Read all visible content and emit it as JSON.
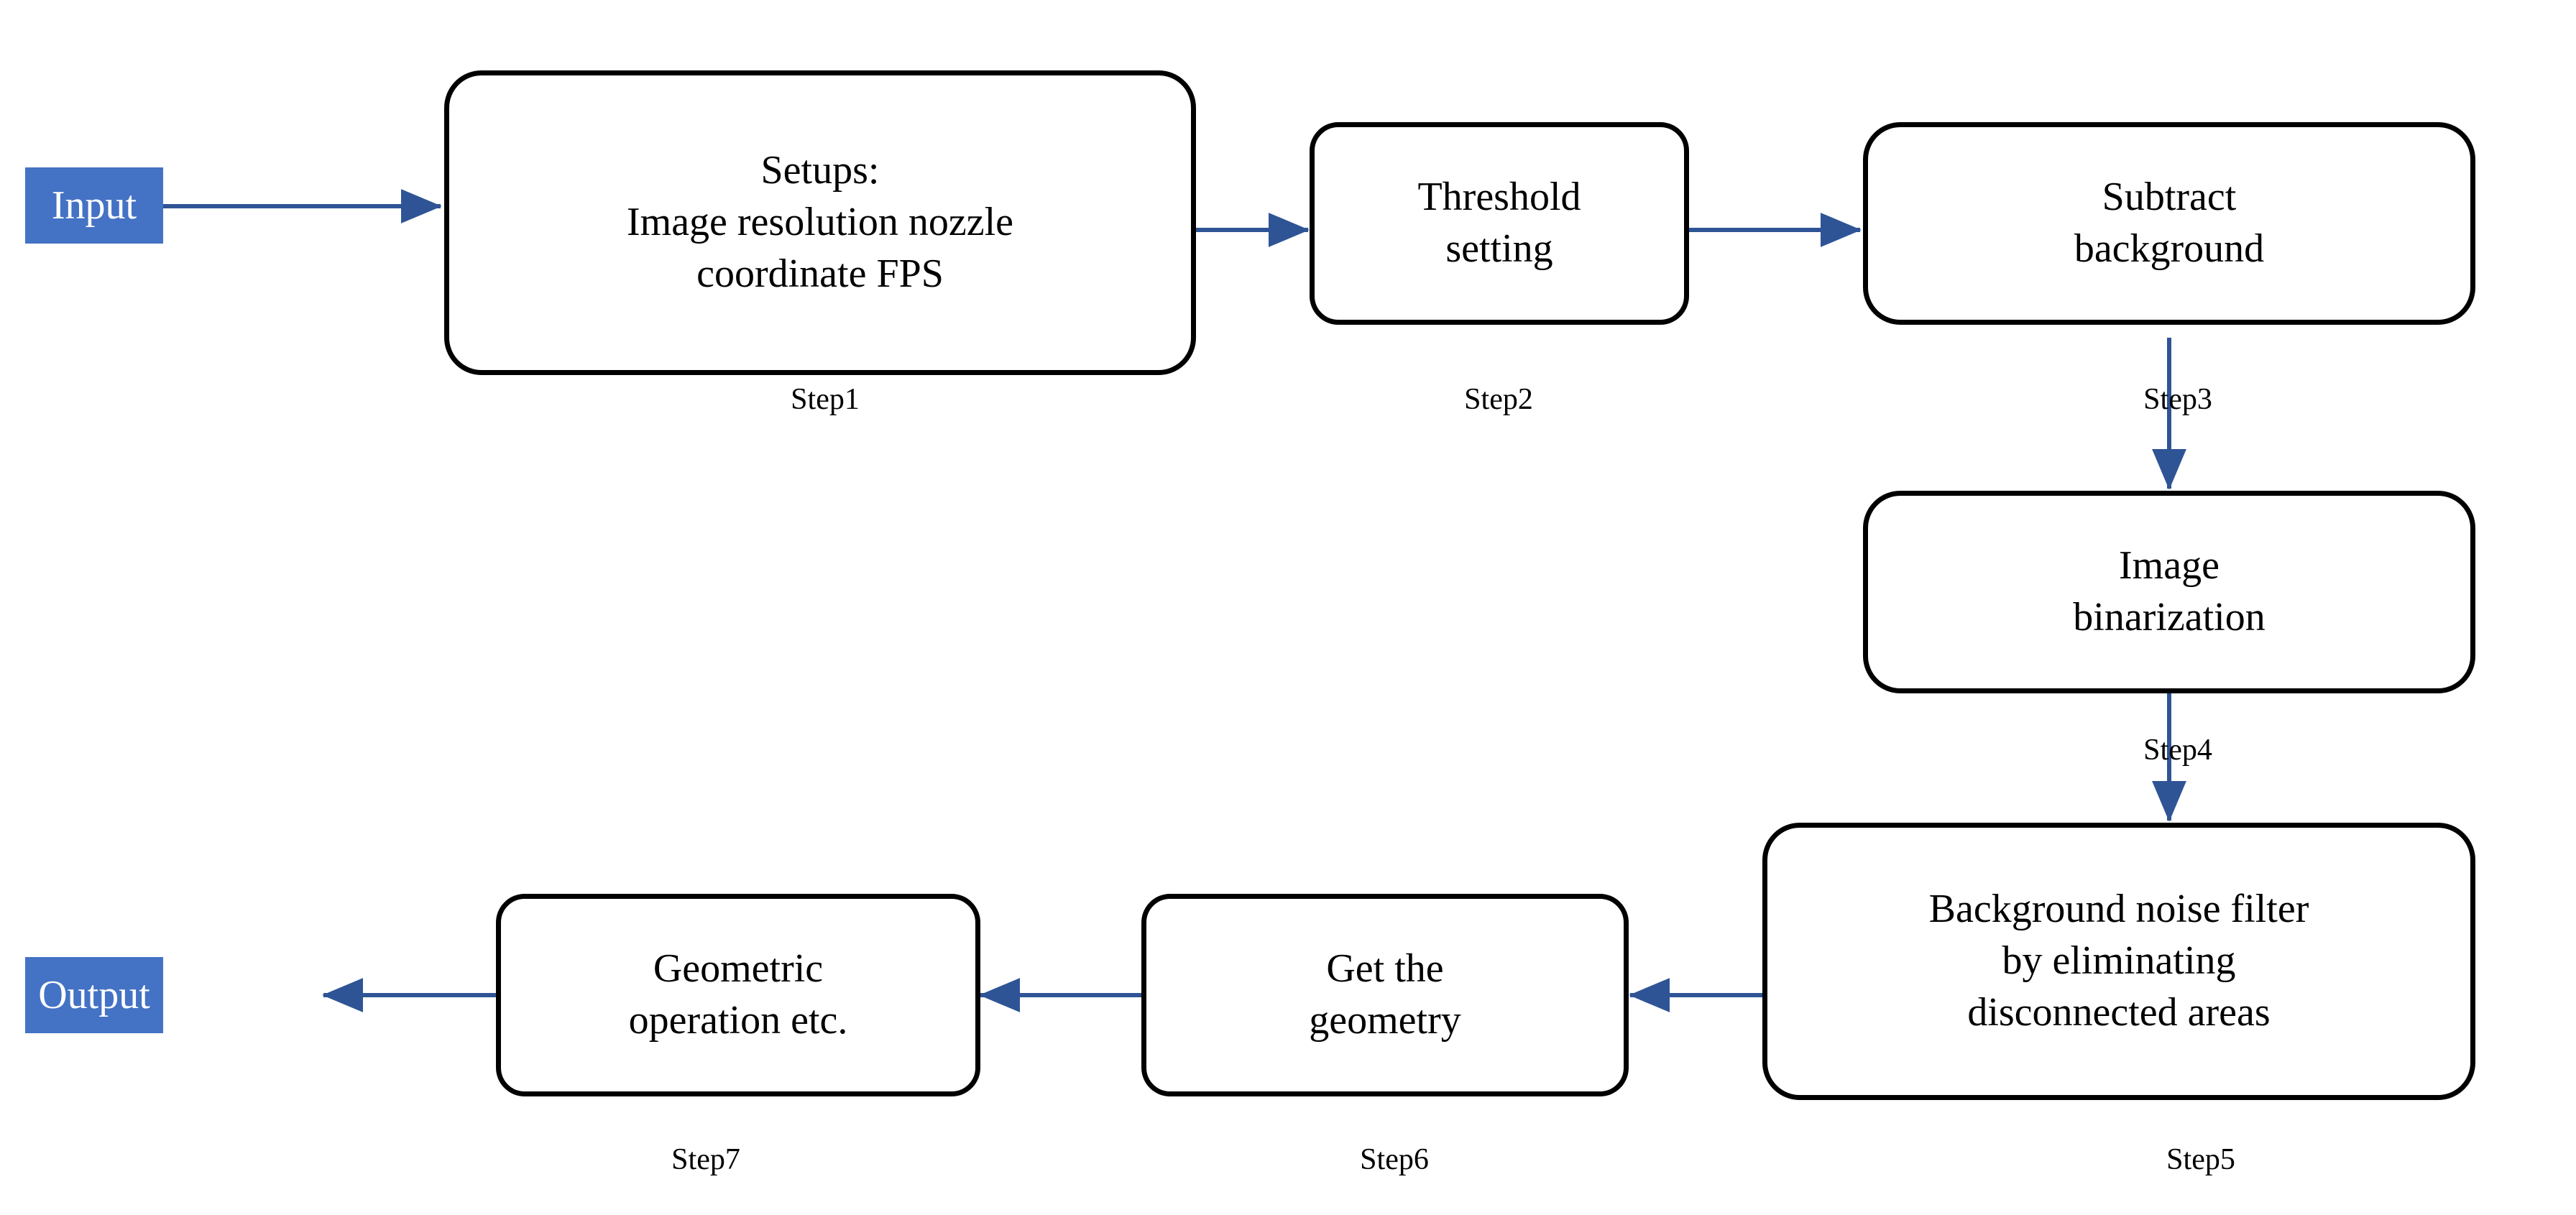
{
  "diagram": {
    "title": "Image processing pipeline flowchart",
    "colors": {
      "terminal_fill": "#4472C4",
      "terminal_text": "#FFFFFF",
      "process_border": "#000000",
      "process_fill": "#FFFFFF",
      "process_text": "#000000",
      "arrow": "#2F5496"
    }
  },
  "terminals": {
    "input": {
      "label": "Input"
    },
    "output": {
      "label": "Output"
    }
  },
  "steps": [
    {
      "id": "step1",
      "text": "Setups:\nImage resolution nozzle\ncoordinate FPS",
      "caption": "Step1"
    },
    {
      "id": "step2",
      "text": "Threshold\nsetting",
      "caption": "Step2"
    },
    {
      "id": "step3",
      "text": "Subtract\nbackground",
      "caption": "Step3"
    },
    {
      "id": "step4",
      "text": "Image\nbinarization",
      "caption": "Step4"
    },
    {
      "id": "step5",
      "text": "Background noise filter\nby eliminating\ndisconnected areas",
      "caption": "Step5"
    },
    {
      "id": "step6",
      "text": "Get the\ngeometry",
      "caption": "Step6"
    },
    {
      "id": "step7",
      "text": "Geometric\noperation etc.",
      "caption": "Step7"
    }
  ],
  "connectors": [
    {
      "id": "input-to-step1",
      "from": "input",
      "to": "step1",
      "direction": "right"
    },
    {
      "id": "step1-to-step2",
      "from": "step1",
      "to": "step2",
      "direction": "right"
    },
    {
      "id": "step2-to-step3",
      "from": "step2",
      "to": "step3",
      "direction": "right"
    },
    {
      "id": "step3-to-step4",
      "from": "step3",
      "to": "step4",
      "direction": "down"
    },
    {
      "id": "step4-to-step5",
      "from": "step4",
      "to": "step5",
      "direction": "down"
    },
    {
      "id": "step5-to-step6",
      "from": "step5",
      "to": "step6",
      "direction": "left"
    },
    {
      "id": "step6-to-step7",
      "from": "step6",
      "to": "step7",
      "direction": "left"
    },
    {
      "id": "step7-to-output",
      "from": "step7",
      "to": "output",
      "direction": "left"
    }
  ]
}
